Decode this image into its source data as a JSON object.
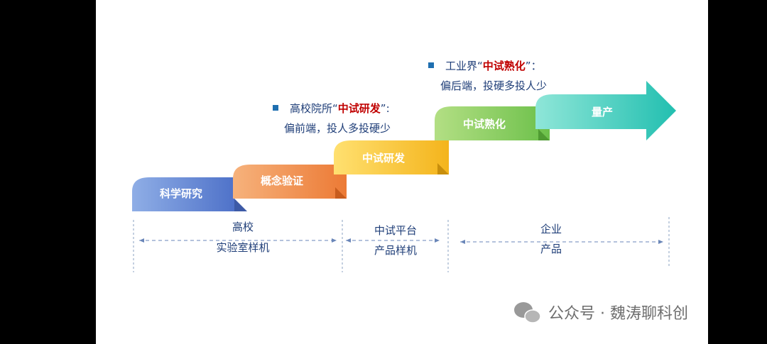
{
  "steps": [
    {
      "label": "科学研究"
    },
    {
      "label": "概念验证"
    },
    {
      "label": "中试研发"
    },
    {
      "label": "中试熟化"
    },
    {
      "label": "量产"
    }
  ],
  "notes": [
    {
      "line1_pre": "高校院所“",
      "line1_hl": "中试研发",
      "line1_post": "”:",
      "line2": "偏前端，投人多投硬少"
    },
    {
      "line1_pre": "工业界“",
      "line1_hl": "中试熟化",
      "line1_post": "”：",
      "line2": "偏后端，投硬多投人少"
    }
  ],
  "segments": [
    {
      "line1": "高校",
      "line2": "实验室样机"
    },
    {
      "line1": "中试平台",
      "line2": "产品样机"
    },
    {
      "line1": "企业",
      "line2": "产品"
    }
  ],
  "watermark": {
    "text": "公众号 · 魏涛聊科创"
  },
  "colors": {
    "accent_note": "#c00000",
    "text": "#1f3e78",
    "bullet": "#1f6fb0"
  }
}
